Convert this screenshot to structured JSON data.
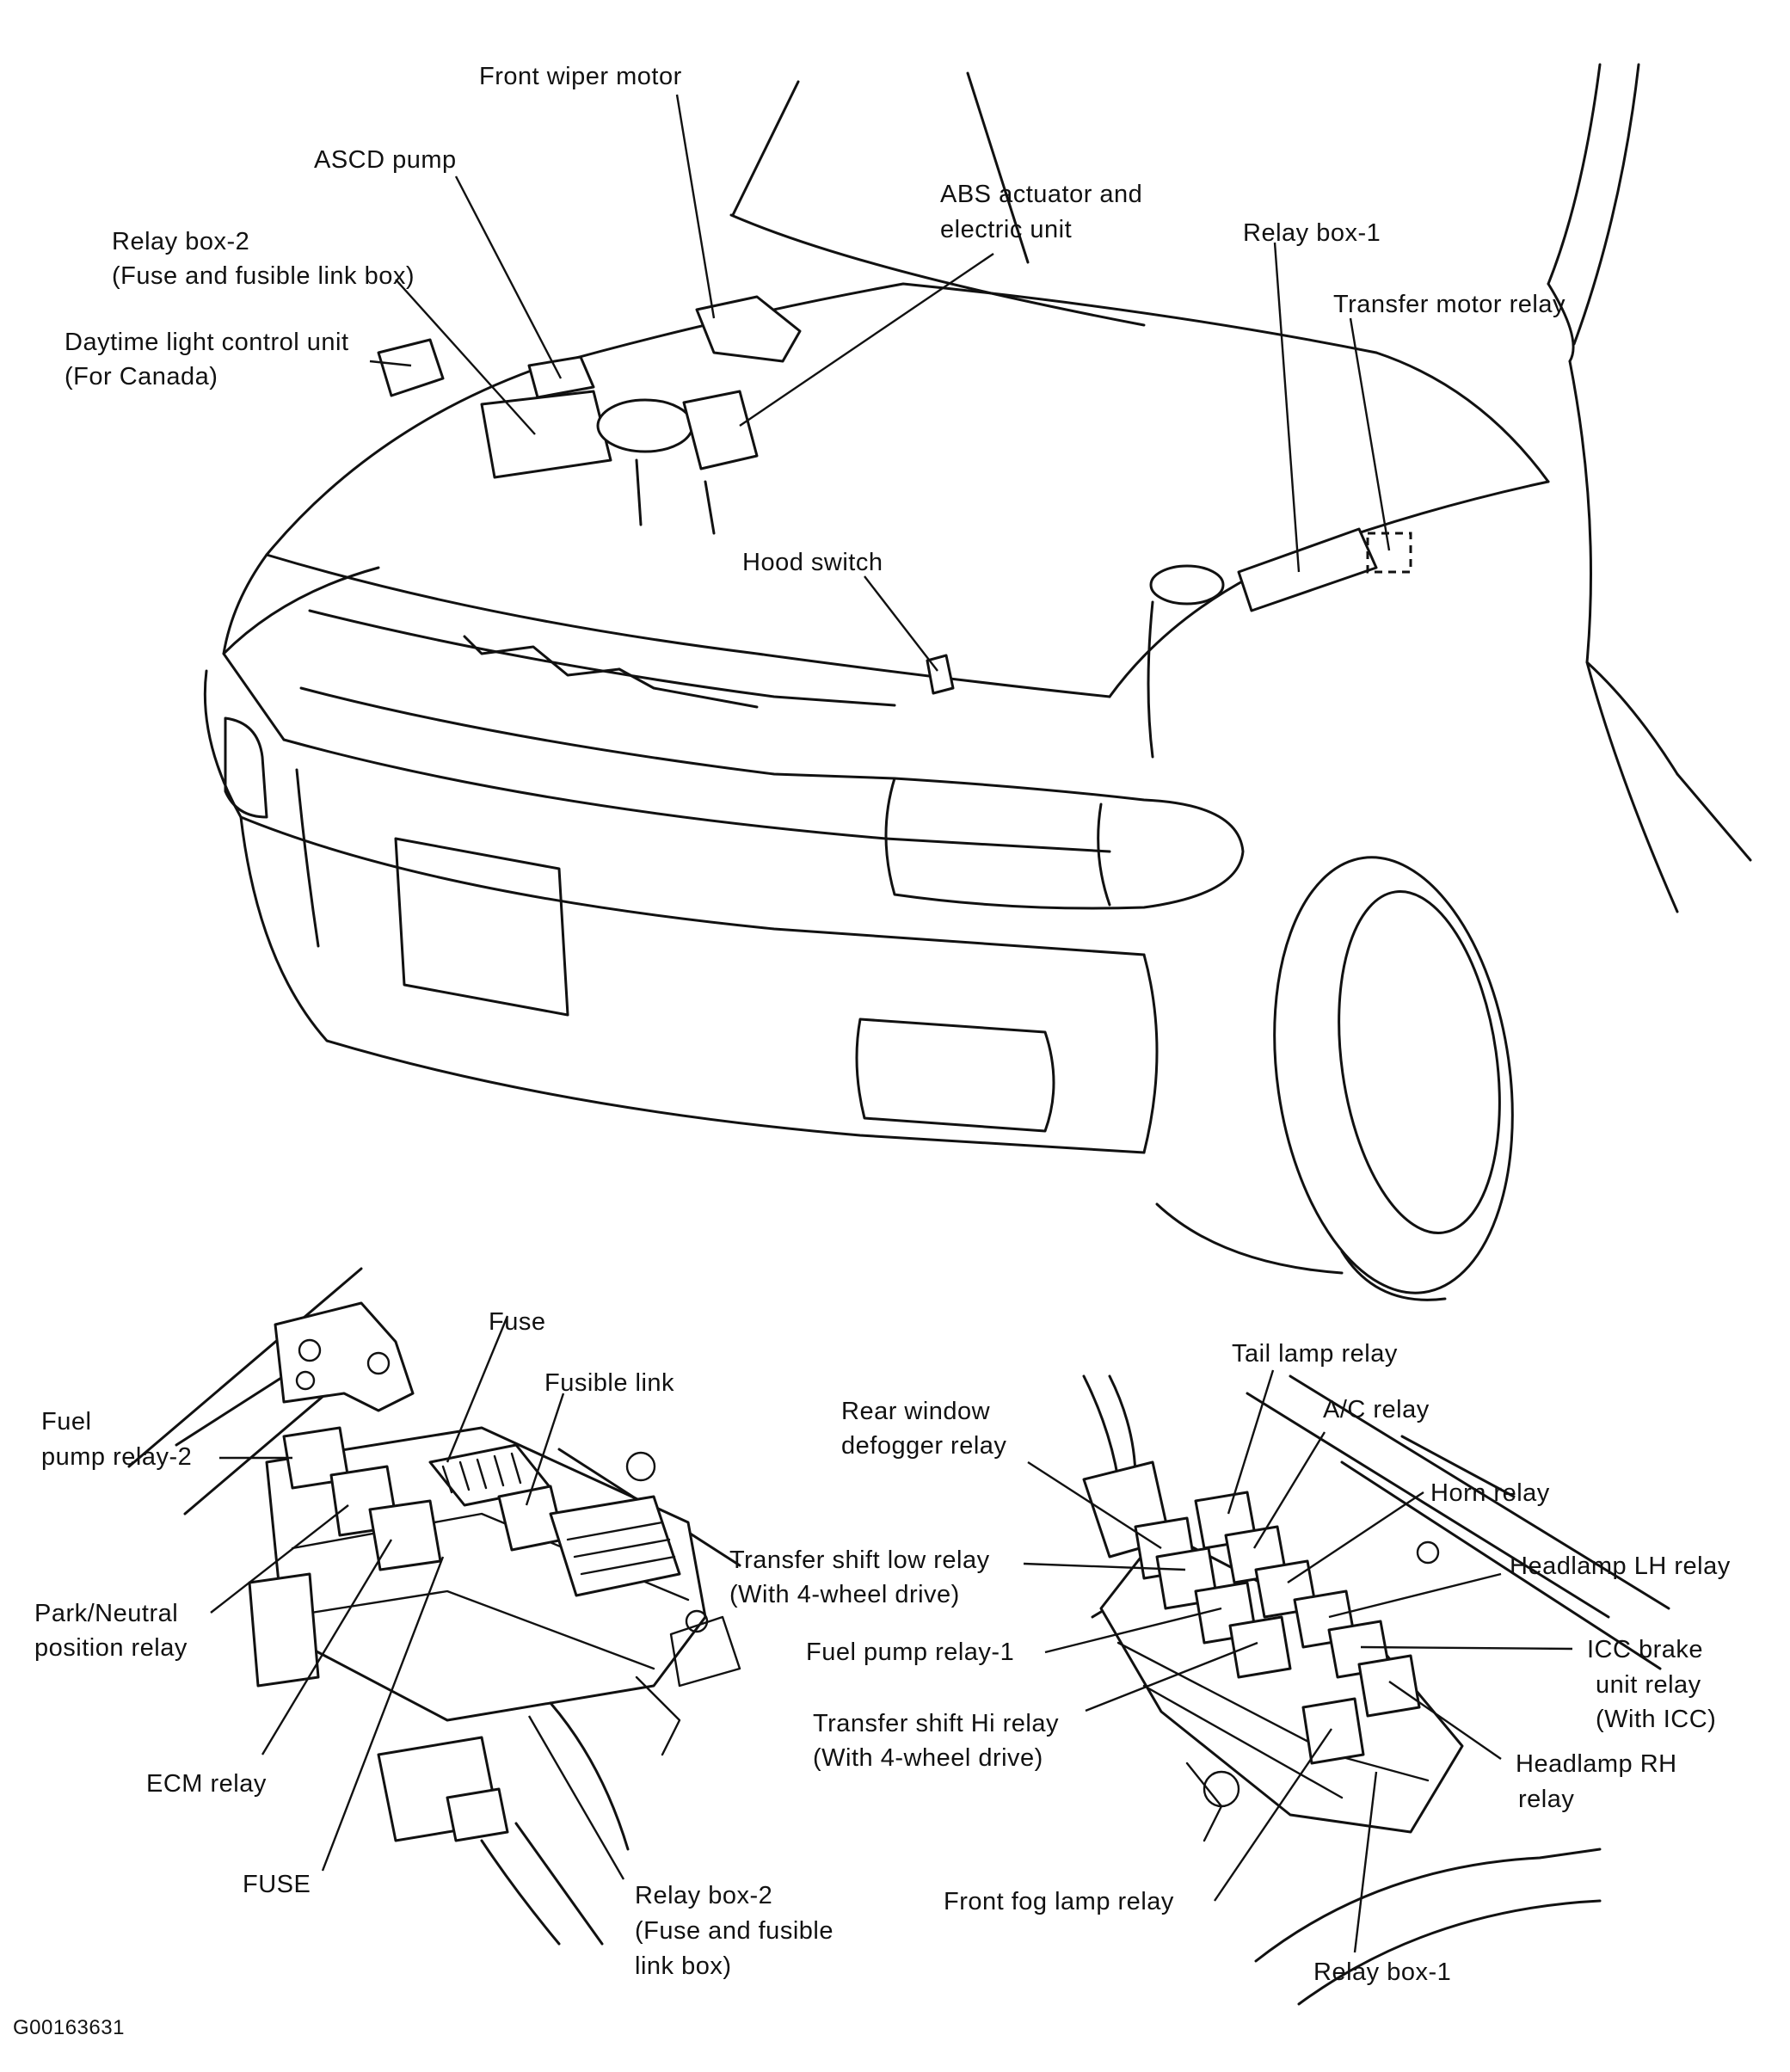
{
  "labels": {
    "front_wiper_motor": "Front wiper motor",
    "ascd_pump": "ASCD pump",
    "abs_actuator_l1": "ABS actuator and",
    "abs_actuator_l2": "electric unit",
    "relay_box2_top_l1": "Relay box-2",
    "relay_box2_top_l2": "(Fuse and fusible link box)",
    "relay_box1_top": "Relay box-1",
    "transfer_motor_relay": "Transfer motor relay",
    "daytime_light_l1": "Daytime light control unit",
    "daytime_light_l2": "(For Canada)",
    "hood_switch": "Hood switch",
    "fuse_top": "Fuse",
    "fusible_link": "Fusible link",
    "fuel_pump_relay2_l1": "Fuel",
    "fuel_pump_relay2_l2": "pump relay-2",
    "park_neutral_l1": "Park/Neutral",
    "park_neutral_l2": "position relay",
    "ecm_relay": "ECM relay",
    "fuse_lower": "FUSE",
    "relay_box2_bottom_l1": "Relay box-2",
    "relay_box2_bottom_l2": "(Fuse and fusible",
    "relay_box2_bottom_l3": "link box)",
    "tail_lamp_relay": "Tail lamp relay",
    "ac_relay": "A/C relay",
    "rear_window_l1": "Rear window",
    "rear_window_l2": "defogger relay",
    "horn_relay": "Horn relay",
    "headlamp_lh_relay": "Headlamp LH relay",
    "transfer_shift_low_l1": "Transfer shift low relay",
    "transfer_shift_low_l2": "(With 4-wheel drive)",
    "fuel_pump_relay1": "Fuel pump relay-1",
    "icc_brake_l1": "ICC brake",
    "icc_brake_l2": "unit relay",
    "icc_brake_l3": "(With ICC)",
    "transfer_shift_hi_l1": "Transfer shift Hi relay",
    "transfer_shift_hi_l2": "(With 4-wheel drive)",
    "headlamp_rh_l1": "Headlamp RH",
    "headlamp_rh_l2": "relay",
    "front_fog_lamp_relay": "Front fog lamp relay",
    "relay_box1_bottom": "Relay box-1",
    "figure_code": "G00163631"
  }
}
